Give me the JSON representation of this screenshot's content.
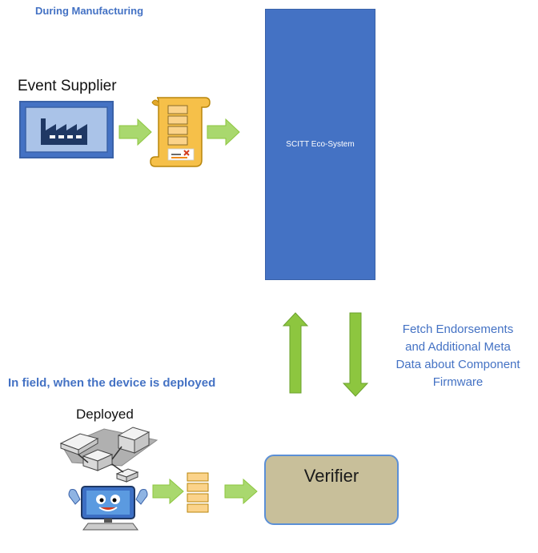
{
  "headings": {
    "manufacturing": "During Manufacturing",
    "field": "In field, when the device is deployed"
  },
  "event_supplier": {
    "label": "Event Supplier",
    "icon": "factory-icon"
  },
  "scitt": {
    "label": "SCITT Eco-System",
    "color": "#4472c4"
  },
  "fetch": {
    "lines": [
      "Fetch Endorsements",
      "and Additional Meta",
      "Data about Component",
      "Firmware"
    ]
  },
  "deployed": {
    "label": "Deployed",
    "icons": [
      "network-devices-icon",
      "computer-mascot-icon"
    ]
  },
  "verifier": {
    "label": "Verifier",
    "color": "#c8bf9a"
  },
  "colors": {
    "accent": "#4472c4",
    "arrow": "#8dc63f",
    "scroll": "#f6c049"
  }
}
